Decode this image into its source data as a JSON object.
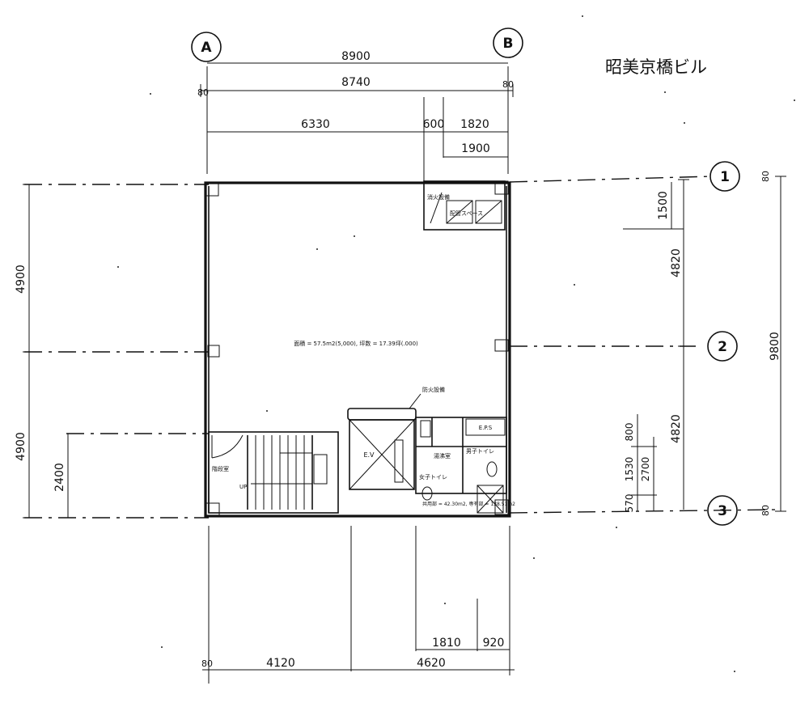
{
  "title": "昭美京橋ビル",
  "grid_labels": {
    "a": "A",
    "b": "B",
    "one": "1",
    "two": "2",
    "three": "3"
  },
  "dimensions": {
    "top_total": "8900",
    "top_inner": "8740",
    "top_80_left": "80",
    "top_80_right": "80",
    "top_6330": "6330",
    "top_600": "600",
    "top_1820": "1820",
    "top_1900": "1900",
    "left_4900_upper": "4900",
    "left_4900_lower": "4900",
    "left_2400": "2400",
    "right_1500": "1500",
    "right_4820_upper": "4820",
    "right_4820_lower": "4820",
    "right_9800": "9800",
    "right_80_top": "80",
    "right_80_bottom": "80",
    "right_800": "800",
    "right_1530": "1530",
    "right_570": "570",
    "right_2700": "2700",
    "bottom_1810": "1810",
    "bottom_920": "920",
    "bottom_80": "80",
    "bottom_4120": "4120",
    "bottom_4620": "4620"
  },
  "rooms": {
    "fire_equipment": "消火設備",
    "piping_shaft": "配管スペース",
    "area_note": "面積 = 57.5m2(5,000), 坪数 = 17.39坪(.000)",
    "fire_hydrant": "防火設備",
    "eps": "E.P.S",
    "mens_toilet": "男子トイレ",
    "hot_water": "湯沸室",
    "ladies_toilet": "女子トイレ",
    "elevator": "E.V",
    "stair_landing": "階段室",
    "stair_up": "UP",
    "common_area_note": "共用部 = 42.30m2, 専有部 = 138.51m2"
  }
}
